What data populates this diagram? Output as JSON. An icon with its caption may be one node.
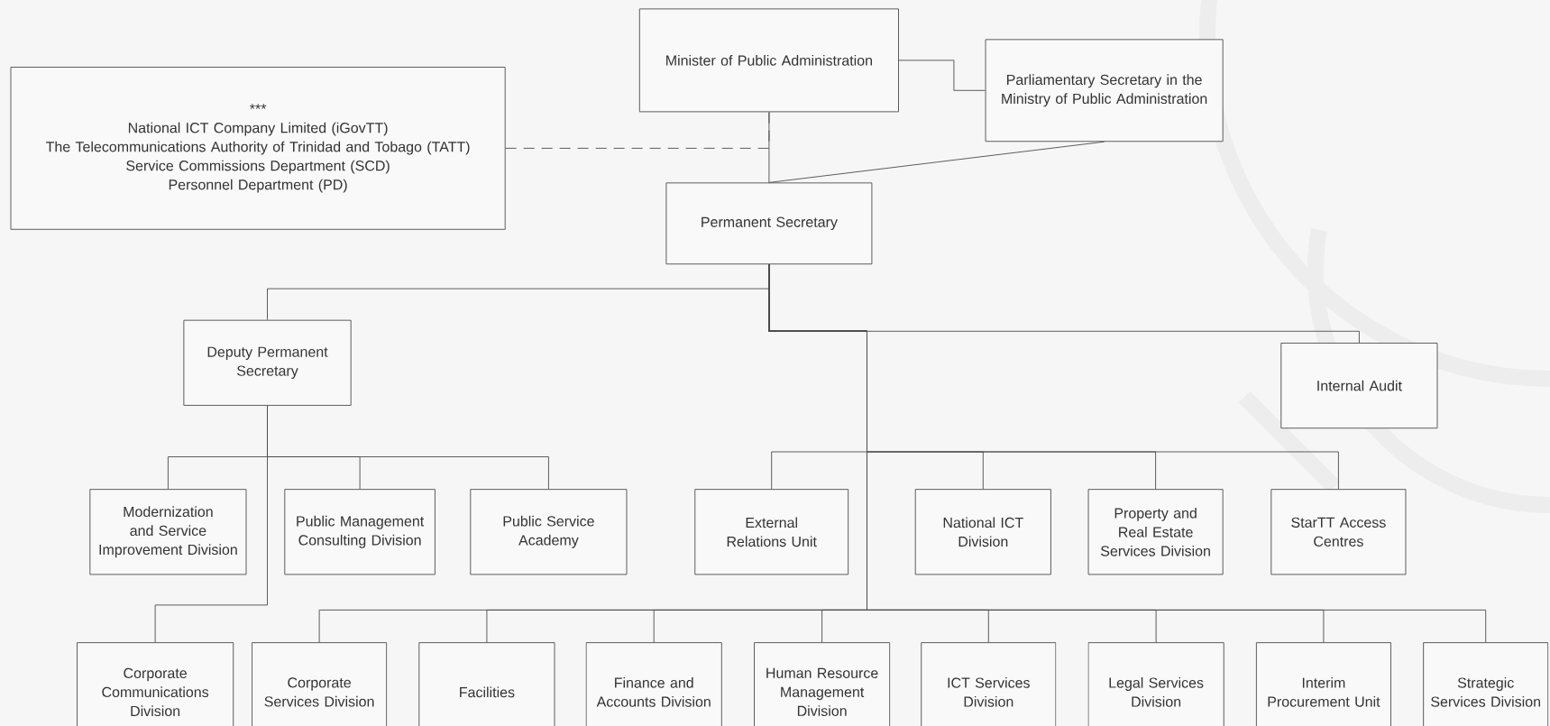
{
  "diagram": {
    "nodes": [
      {
        "text": [
          "***",
          "National ICT Company Limited (iGovTT)",
          "The Telecommunications Authority of Trinidad and Tobago (TATT)",
          "Service Commissions Department (SCD)",
          "Personnel Department (PD)"
        ]
      },
      {
        "text": [
          "Minister of Public Administration"
        ]
      },
      {
        "text": [
          "Parliamentary Secretary in the Ministry of Public Administration"
        ]
      },
      {
        "text": [
          "Permanent Secretary"
        ]
      },
      {
        "text": [
          "Deputy Permanent Secretary"
        ]
      },
      {
        "text": [
          "Internal Audit"
        ]
      },
      {
        "text": [
          "Modernization and Service Improvement Division"
        ]
      },
      {
        "text": [
          "Public Management Consulting Division"
        ]
      },
      {
        "text": [
          "Public Service Academy"
        ]
      },
      {
        "text": [
          "External Relations Unit"
        ]
      },
      {
        "text": [
          "National ICT Division"
        ]
      },
      {
        "text": [
          "Property and Real Estate Services Division"
        ]
      },
      {
        "text": [
          "StarTT Access Centres"
        ]
      },
      {
        "text": [
          "Corporate Communications Division"
        ]
      },
      {
        "text": [
          "Corporate Services Division"
        ]
      },
      {
        "text": [
          "Facilities"
        ]
      },
      {
        "text": [
          "Finance and Accounts Division"
        ]
      },
      {
        "text": [
          "Human Resource Management Division"
        ]
      },
      {
        "text": [
          "ICT Services Division"
        ]
      },
      {
        "text": [
          "Legal Services Division"
        ]
      },
      {
        "text": [
          "Interim Procurement Unit"
        ]
      },
      {
        "text": [
          "Strategic Services Division"
        ]
      }
    ],
    "edges": [
      {
        "from": 0,
        "to": 1,
        "arrow": "none",
        "style": "dashed"
      },
      {
        "from": 1,
        "to": 2,
        "arrow": "none"
      },
      {
        "from": 2,
        "to": 3,
        "arrow": "none"
      },
      {
        "from": 1,
        "to": 3,
        "arrow": "none"
      },
      {
        "from": 3,
        "to": 4,
        "arrow": "none"
      },
      {
        "from": 3,
        "to": 5,
        "arrow": "none"
      },
      {
        "from": 3,
        "to": 9,
        "arrow": "none"
      },
      {
        "from": 3,
        "to": 10,
        "arrow": "none"
      },
      {
        "from": 3,
        "to": 11,
        "arrow": "none"
      },
      {
        "from": 3,
        "to": 12,
        "arrow": "none"
      },
      {
        "from": 3,
        "to": 14,
        "arrow": "none"
      },
      {
        "from": 3,
        "to": 15,
        "arrow": "none"
      },
      {
        "from": 3,
        "to": 16,
        "arrow": "none"
      },
      {
        "from": 3,
        "to": 17,
        "arrow": "none"
      },
      {
        "from": 3,
        "to": 18,
        "arrow": "none"
      },
      {
        "from": 3,
        "to": 19,
        "arrow": "none"
      },
      {
        "from": 3,
        "to": 20,
        "arrow": "none"
      },
      {
        "from": 3,
        "to": 21,
        "arrow": "none"
      },
      {
        "from": 4,
        "to": 6,
        "arrow": "none"
      },
      {
        "from": 4,
        "to": 7,
        "arrow": "none"
      },
      {
        "from": 4,
        "to": 8,
        "arrow": "none"
      },
      {
        "from": 4,
        "to": 13,
        "arrow": "none"
      }
    ]
  }
}
